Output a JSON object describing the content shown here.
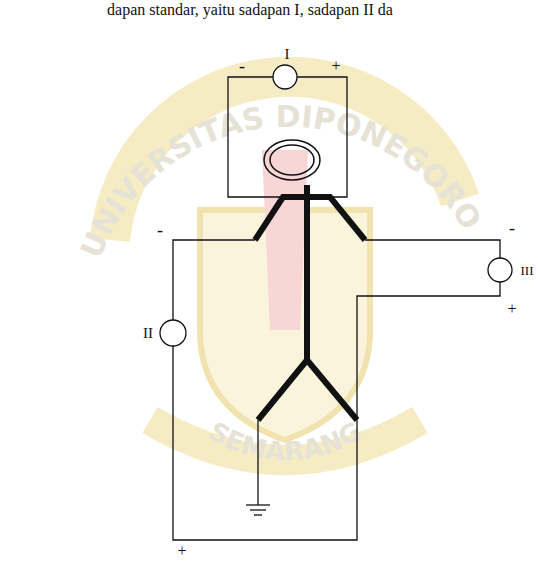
{
  "diagram": {
    "labels": [
      "dapan standar, yaitu sadapan I, sadapan II da",
      "I",
      "-",
      "+",
      "II",
      "-",
      "+",
      "III",
      "-",
      "+",
      "UNIVERSITAS DIPONEGORO",
      "SEMARANG"
    ]
  }
}
